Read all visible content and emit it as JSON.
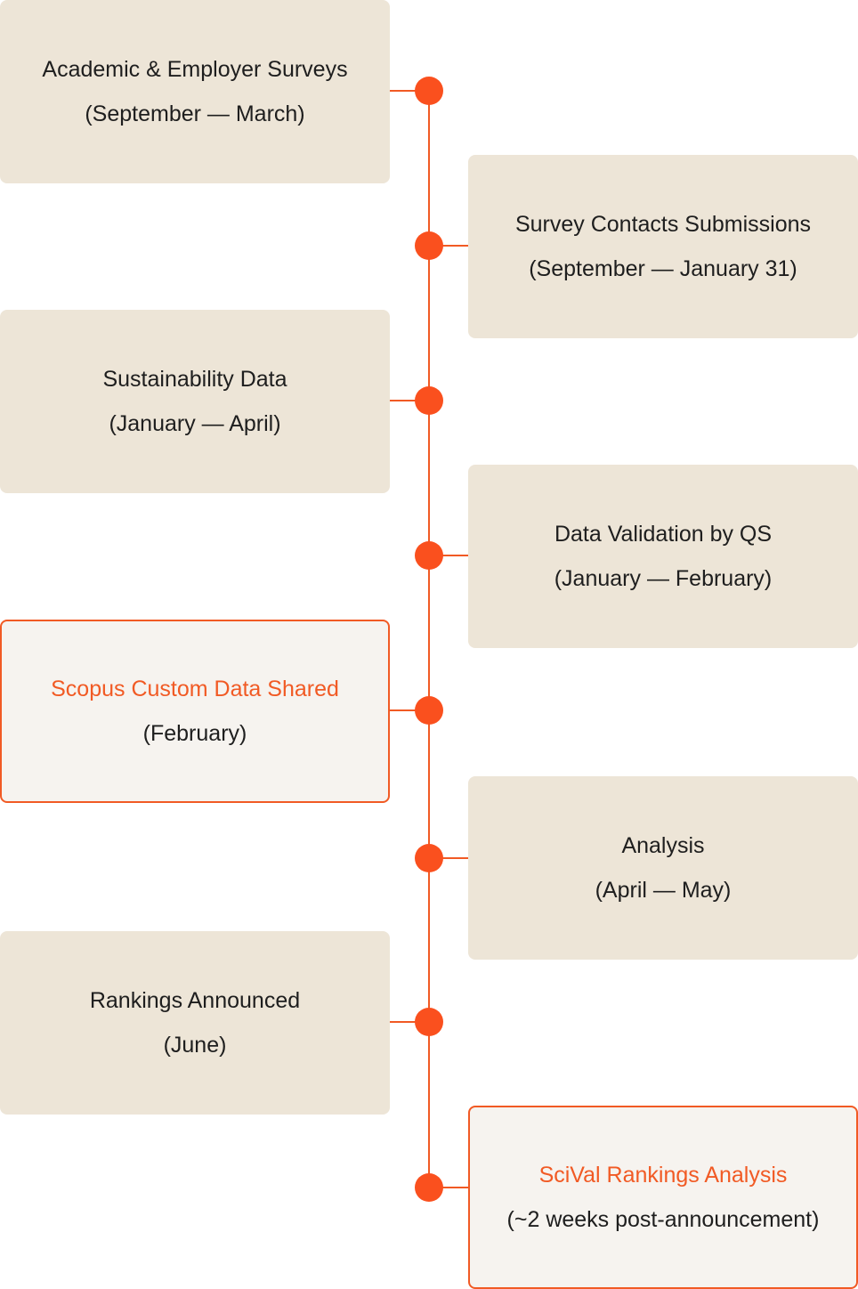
{
  "steps": [
    {
      "title": "Academic & Employer Surveys",
      "period": "(September — March)",
      "side": "left",
      "highlight": false
    },
    {
      "title": "Survey Contacts Submissions",
      "period": "(September — January 31)",
      "side": "right",
      "highlight": false
    },
    {
      "title": "Sustainability Data",
      "period": "(January — April)",
      "side": "left",
      "highlight": false
    },
    {
      "title": "Data Validation by QS",
      "period": "(January — February)",
      "side": "right",
      "highlight": false
    },
    {
      "title": "Scopus Custom Data Shared",
      "period": "(February)",
      "side": "left",
      "highlight": true
    },
    {
      "title": "Analysis",
      "period": "(April — May)",
      "side": "right",
      "highlight": false
    },
    {
      "title": "Rankings Announced",
      "period": "(June)",
      "side": "left",
      "highlight": false
    },
    {
      "title": "SciVal Rankings Analysis",
      "period": "(~2 weeks post-announcement)",
      "side": "right",
      "highlight": true
    }
  ],
  "colors": {
    "accent": "#f15a24",
    "card_background": "#ede5d7",
    "highlight_background": "#f6f3ef",
    "text": "#1e1e1e"
  }
}
